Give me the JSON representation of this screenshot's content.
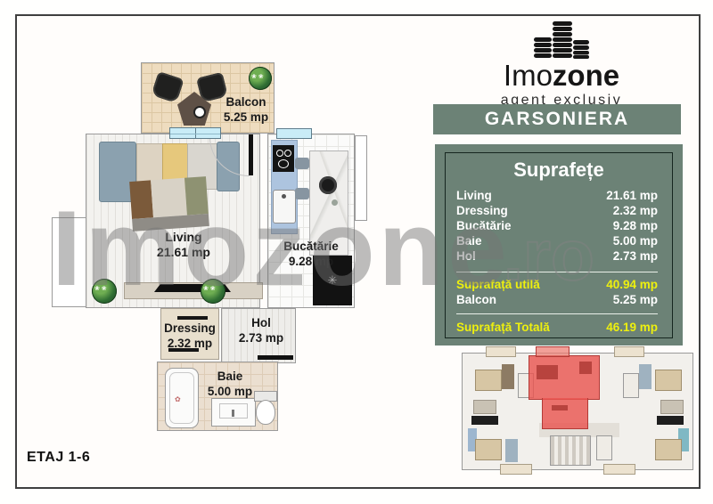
{
  "logo": {
    "icon": "coins-icon",
    "brand_light": "Imo",
    "brand_bold": "zone",
    "tagline": "agent exclusiv"
  },
  "banner": {
    "title": "GARSONIERA",
    "bg_color": "#6c8276"
  },
  "surfaces": {
    "title": "Suprafețe",
    "rows": [
      {
        "label": "Living",
        "value": "21.61 mp"
      },
      {
        "label": "Dressing",
        "value": "2.32 mp"
      },
      {
        "label": "Bucătărie",
        "value": "9.28 mp"
      },
      {
        "label": "Baie",
        "value": "5.00 mp"
      },
      {
        "label": "Hol",
        "value": "2.73 mp"
      }
    ],
    "subtotals": [
      {
        "label": "Suprafață utilă",
        "value": "40.94 mp"
      },
      {
        "label": "Balcon",
        "value": "5.25 mp"
      }
    ],
    "total": {
      "label": "Suprafață Totală",
      "value": "46.19 mp"
    },
    "highlight_color": "#eef00e",
    "text_color": "#ffffff"
  },
  "floor_plan": {
    "rooms": [
      {
        "name": "Balcon",
        "area": "5.25 mp"
      },
      {
        "name": "Living",
        "area": "21.61 mp"
      },
      {
        "name": "Bucătărie",
        "area": "9.28 mp"
      },
      {
        "name": "Dressing",
        "area": "2.32 mp"
      },
      {
        "name": "Hol",
        "area": "2.73 mp"
      },
      {
        "name": "Baie",
        "area": "5.00 mp"
      }
    ],
    "floor_label": "ETAJ 1-6"
  },
  "building_thumbnail": {
    "highlighted_unit_color": "#e95650"
  },
  "watermark": {
    "text": "Imozone",
    "suffix": ".ro"
  }
}
